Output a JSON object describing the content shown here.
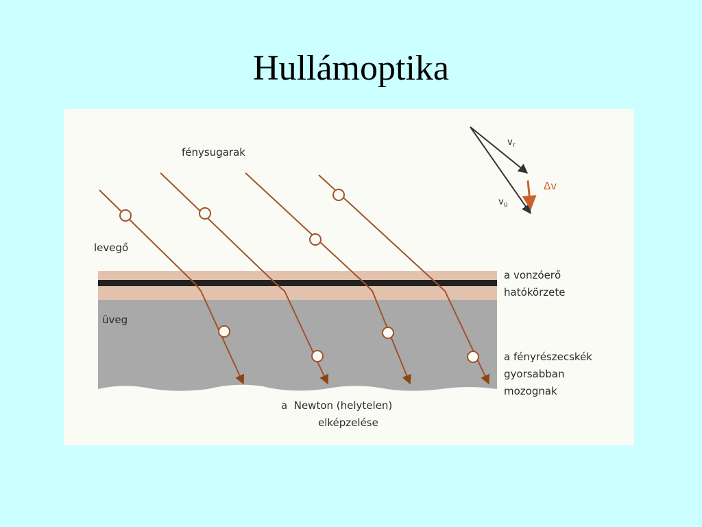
{
  "slide": {
    "title": "Hullámoptika"
  },
  "diagram": {
    "labels": {
      "rays": "fénysugarak",
      "air": "levegő",
      "glass": "üveg",
      "zone_line1": "a vonzóerő",
      "zone_line2": "hatókörzete",
      "faster_line1": "a fényrészecskék",
      "faster_line2": "gyorsabban",
      "faster_line3": "mozognak",
      "newton_line1": "a  Newton (helytelen)",
      "newton_line2": "elképzelése",
      "vr": "v",
      "vr_sub": "r",
      "vu": "v",
      "vu_sub": "ü",
      "dv": "Δv"
    },
    "colors": {
      "background": "#ccffff",
      "paper": "#fbfbf5",
      "ray": "#a0522d",
      "glass": "#a9a9a9",
      "zone": "#e2c2ad",
      "surface": "#222222",
      "dv_arrow": "#c8642a"
    }
  }
}
